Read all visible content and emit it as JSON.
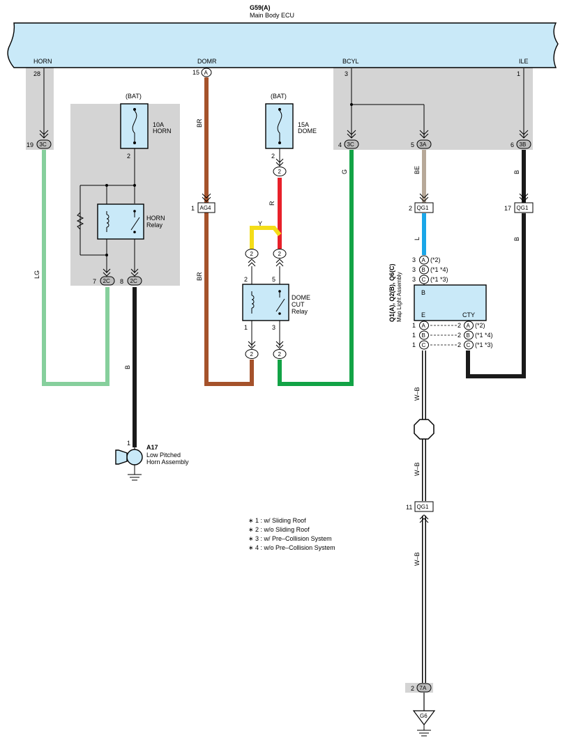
{
  "ecu": {
    "id": "G59(A)",
    "name": "Main Body ECU"
  },
  "ecu_pins": [
    {
      "name": "HORN",
      "pin": "28"
    },
    {
      "name": "DOMR",
      "pin": "15",
      "conn": "A"
    },
    {
      "name": "BCYL",
      "pin": "3"
    },
    {
      "name": "ILE",
      "pin": "1"
    }
  ],
  "connectors": {
    "horn_jb": {
      "pin": "19",
      "id": "3C"
    },
    "bcyl_jb": {
      "pin": "4",
      "id": "3C"
    },
    "be_jb": {
      "pin": "5",
      "id": "3A"
    },
    "ile_jb": {
      "pin": "6",
      "id": "3B"
    },
    "relay_left": {
      "pin": "7",
      "id": "2C"
    },
    "relay_right": {
      "pin": "8",
      "id": "2C"
    },
    "ag4": {
      "pin": "1",
      "id": "AG4"
    },
    "qg1_a": {
      "pin": "2",
      "id": "QG1"
    },
    "qg1_b": {
      "pin": "17",
      "id": "QG1"
    },
    "qg1_c": {
      "pin": "11",
      "id": "QG1"
    },
    "dome_in": "2",
    "dome_y": "2",
    "dome_r": "2",
    "dome_out_l": "2",
    "dome_out_r": "2",
    "ground_jb": {
      "pin": "2",
      "id": "7A"
    }
  },
  "fuses": {
    "horn": {
      "source": "(BAT)",
      "rating": "10A",
      "name": "HORN",
      "pin": "2"
    },
    "dome": {
      "source": "(BAT)",
      "rating": "15A",
      "name": "DOME",
      "pin": "2"
    }
  },
  "relays": {
    "horn": {
      "name": "HORN",
      "sub": "Relay"
    },
    "dome": {
      "name1": "DOME",
      "name2": "CUT",
      "sub": "Relay",
      "pins": [
        "2",
        "5",
        "1",
        "3"
      ]
    }
  },
  "wire_colors": {
    "lg": "LG",
    "b1": "B",
    "br1": "BR",
    "br2": "BR",
    "r": "R",
    "y": "Y",
    "g": "G",
    "be": "BE",
    "l": "L",
    "b2": "B",
    "b3": "B",
    "wb1": "W–B",
    "wb2": "W–B",
    "wb3": "W–B"
  },
  "horn_assembly": {
    "id": "A17",
    "line1": "Low Pitched",
    "line2": "Horn Assembly",
    "pin": "1"
  },
  "map_light": {
    "title": "Q1(A), Q2(B), Q6(C)",
    "subtitle": "Map Light Assembly",
    "pin_b": "B",
    "pin_e": "E",
    "pin_cty": "CTY",
    "top_rows": [
      {
        "pin": "3",
        "conn": "A",
        "note": "(*2)"
      },
      {
        "pin": "3",
        "conn": "B",
        "note": "(*1 *4)"
      },
      {
        "pin": "3",
        "conn": "C",
        "note": "(*1 *3)"
      }
    ],
    "bottom_rows": [
      {
        "lpin": "1",
        "lconn": "A",
        "rpin": "2",
        "rconn": "A",
        "note": "(*2)"
      },
      {
        "lpin": "1",
        "lconn": "B",
        "rpin": "2",
        "rconn": "B",
        "note": "(*1 *4)"
      },
      {
        "lpin": "1",
        "lconn": "C",
        "rpin": "2",
        "rconn": "C",
        "note": "(*1 *3)"
      }
    ]
  },
  "ground": {
    "id": "G6"
  },
  "notes": [
    "∗ 1 : w/ Sliding Roof",
    "∗ 2 : w/o Sliding Roof",
    "∗ 3 : w/ Pre–Collision System",
    "∗ 4 : w/o Pre–Collision System"
  ],
  "colors": {
    "ecu_fill": "#c9e9f8",
    "shade": "#d4d4d4",
    "wire_lg": "#86cf9c",
    "wire_b": "#1a1a1a",
    "wire_br": "#a5522b",
    "wire_r": "#e8202a",
    "wire_y": "#f4dd18",
    "wire_g": "#12a346",
    "wire_be": "#b7a898",
    "wire_l": "#1aa6e8"
  }
}
